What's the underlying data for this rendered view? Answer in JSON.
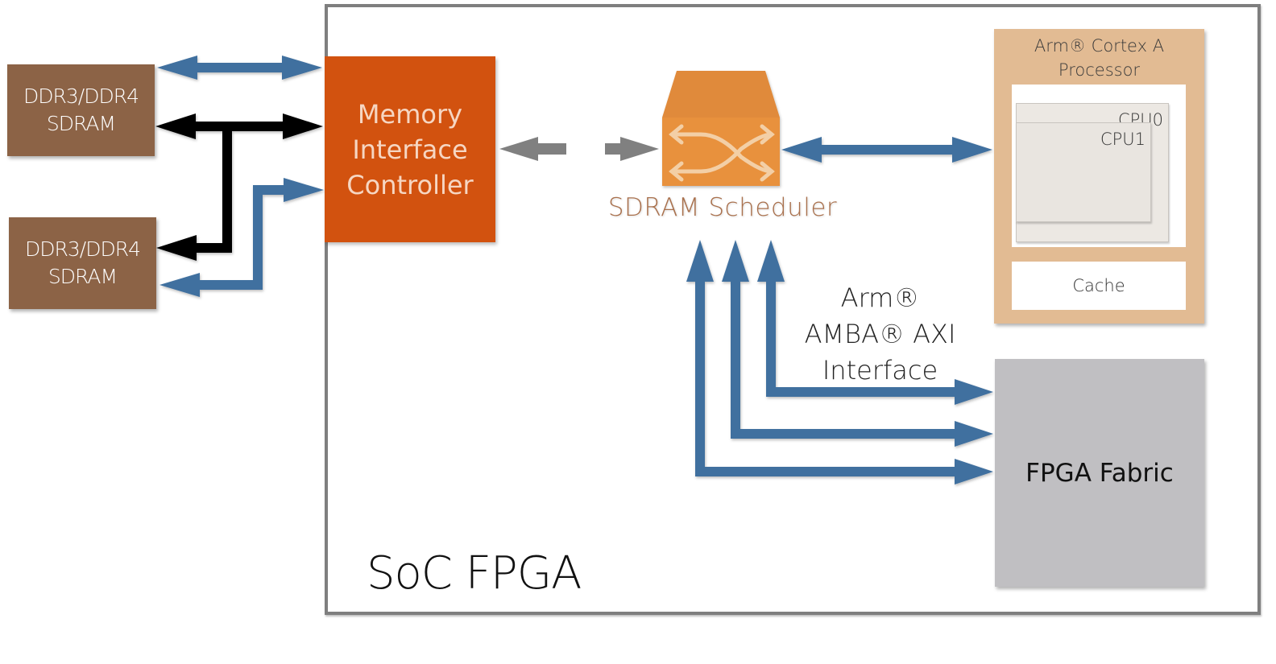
{
  "diagram": {
    "container_label": "SoC FPGA",
    "sdram_modules": [
      {
        "line1": "DDR3/DDR4",
        "line2": "SDRAM"
      },
      {
        "line1": "DDR3/DDR4",
        "line2": "SDRAM"
      }
    ],
    "memory_interface_controller": {
      "lines": [
        "Memory",
        "Interface",
        "Controller"
      ]
    },
    "sdram_scheduler": {
      "label": "SDRAM Scheduler"
    },
    "arm_processor": {
      "title_line1": "Arm®  Cortex A",
      "title_line2": "Processor",
      "cpus": [
        "CPU0",
        "CPU1"
      ],
      "cache": "Cache"
    },
    "axi_interface": {
      "lines": [
        "Arm®",
        "AMBA®  AXI",
        "Interface"
      ]
    },
    "fpga_fabric": {
      "label": "FPGA Fabric"
    },
    "colors": {
      "sdram": "#8c6346",
      "controller": "#d2520f",
      "scheduler": "#e08a3a",
      "arm_box": "#e2bb93",
      "fpga": "#c0bfc2",
      "blue_arrow": "#41709f",
      "black_arrow": "#000000",
      "gray_arrow": "#808080",
      "frame": "#7f7f7f"
    }
  }
}
